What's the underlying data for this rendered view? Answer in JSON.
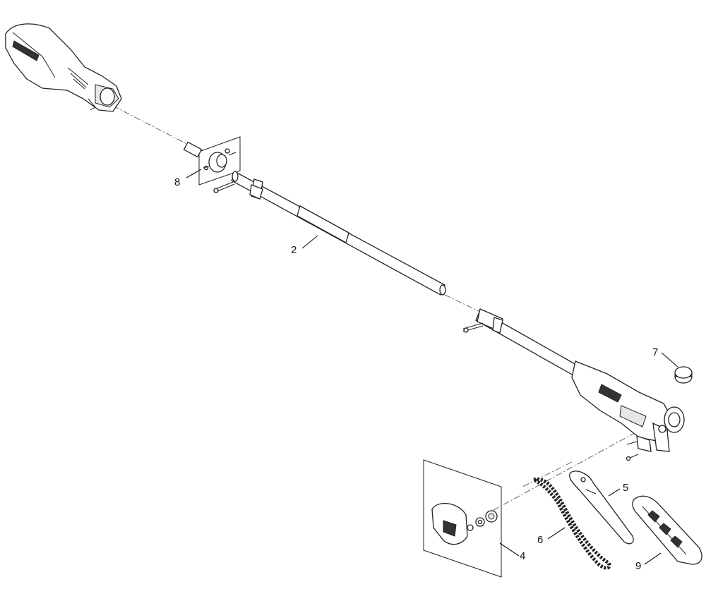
{
  "callouts": [
    {
      "id": "2",
      "label": "2",
      "part": "shaft"
    },
    {
      "id": "4",
      "label": "4",
      "part": "sprocket-cover-kit"
    },
    {
      "id": "5",
      "label": "5",
      "part": "guide-bar"
    },
    {
      "id": "6",
      "label": "6",
      "part": "saw-chain"
    },
    {
      "id": "7",
      "label": "7",
      "part": "oil-cap"
    },
    {
      "id": "8",
      "label": "8",
      "part": "coupler-kit"
    },
    {
      "id": "9",
      "label": "9",
      "part": "scabbard"
    }
  ]
}
